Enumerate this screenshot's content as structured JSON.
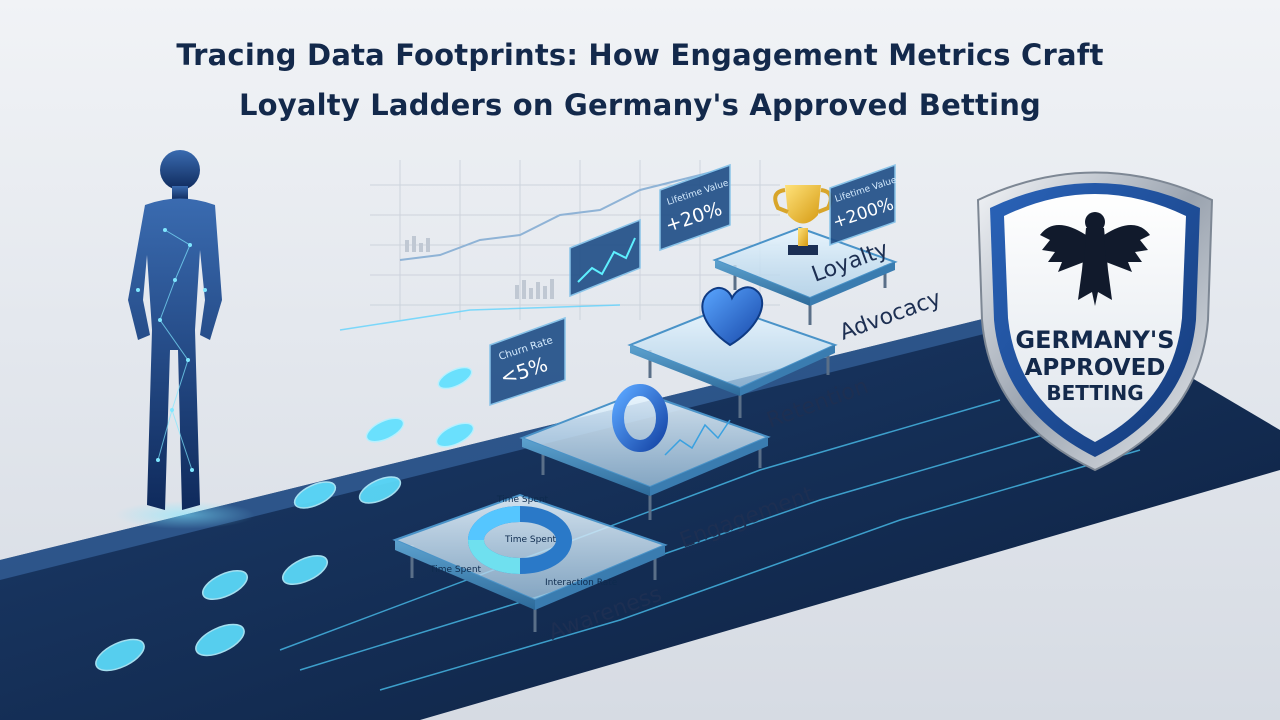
{
  "title": {
    "line1": "Tracing Data Footprints: How Engagement Metrics Craft",
    "line2": "Loyalty Ladders on Germany's Approved Betting"
  },
  "steps": [
    {
      "label": "Awareness"
    },
    {
      "label": "Engagement"
    },
    {
      "label": "Retention"
    },
    {
      "label": "Advocacy"
    },
    {
      "label": "Loyalty"
    }
  ],
  "donut": {
    "labels": [
      "Time Spent",
      "Time Spent",
      "Time Spent",
      "Interaction Rate"
    ]
  },
  "panels": {
    "churn": {
      "label": "Churn Rate",
      "value": "<5%"
    },
    "lifetime1": {
      "label": "Lifetime Value",
      "value": "+20%"
    },
    "lifetime2": {
      "label": "Lifetime Value",
      "value": "+200%"
    }
  },
  "shield": {
    "line1": "GERMANY'S",
    "line2": "APPROVED",
    "line3": "BETTING"
  },
  "colors": {
    "title": "#13294b",
    "accent": "#3ec9ff",
    "navy": "#0f2347",
    "shield_blue": "#1f4e9a"
  },
  "icons": [
    "human-figure-icon",
    "footprint-icon",
    "trophy-icon",
    "heart-icon",
    "ring-icon",
    "eagle-icon",
    "shield-icon"
  ]
}
